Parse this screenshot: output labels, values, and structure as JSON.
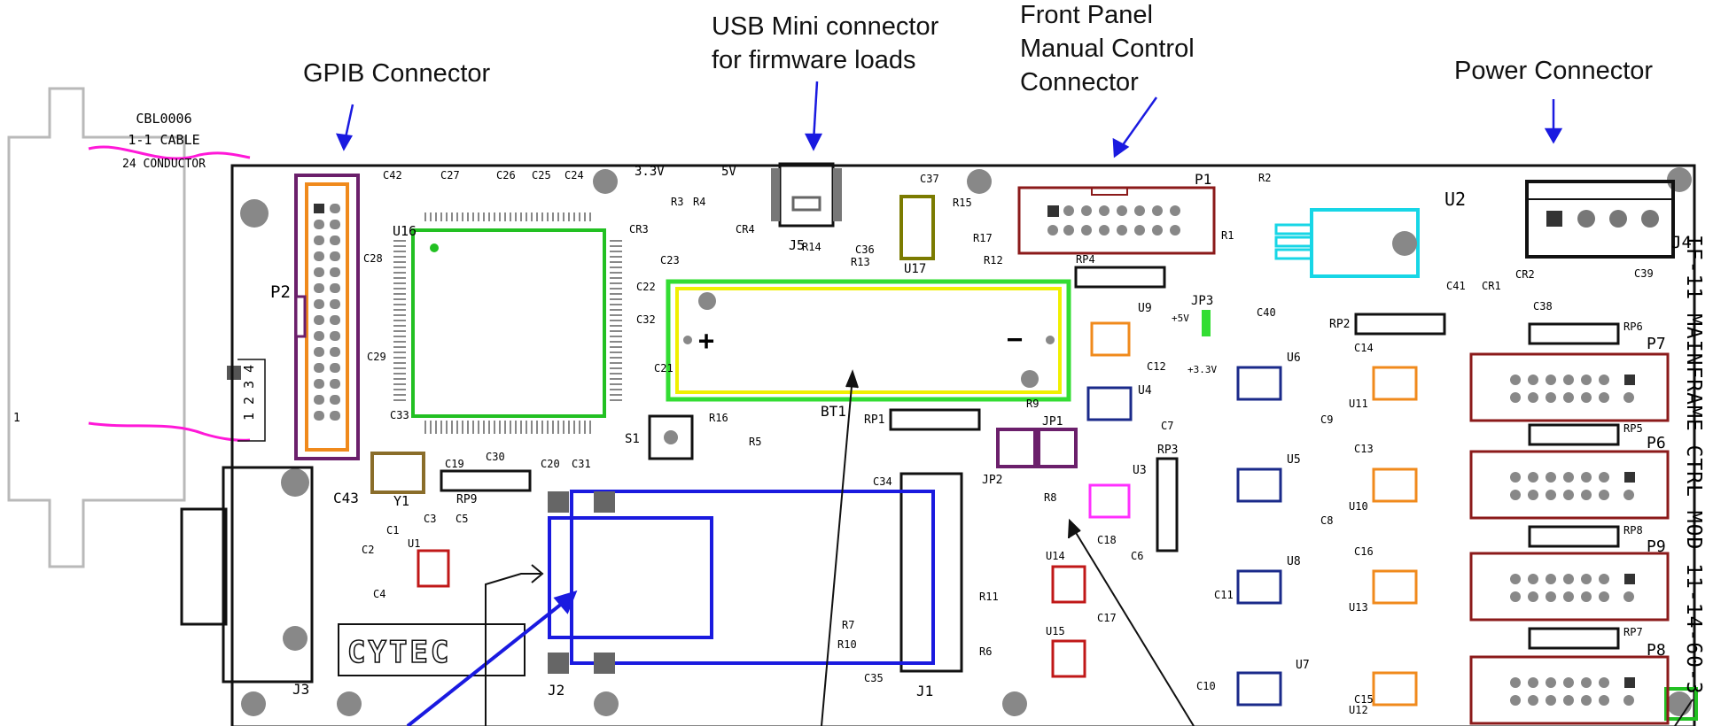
{
  "callouts": {
    "gpib": "GPIB Connector",
    "usb_line1": "USB Mini connector",
    "usb_line2": "for firmware loads",
    "front_line1": "Front Panel",
    "front_line2": "Manual Control",
    "front_line3": "Connector",
    "power": "Power Connector"
  },
  "cable": {
    "line1": "CBL0006",
    "line2": "1-1 CABLE",
    "line3": "24 CONDUCTOR",
    "pin1": "1",
    "pins": "1 2 3 4"
  },
  "board_text": "IF-11 MAINFRAME CTRL MOD 11-14-60-3",
  "logo": "CYTEC",
  "labels": {
    "P2": "P2",
    "U16": "U16",
    "C42": "C42",
    "C27": "C27",
    "C26": "C26",
    "C25": "C25",
    "C24": "C24",
    "v33": "3.3V",
    "v5": "5V",
    "R3": "R3",
    "R4": "R4",
    "CR3": "CR3",
    "CR4": "CR4",
    "J5": "J5",
    "C37": "C37",
    "R15": "R15",
    "R17": "R17",
    "R12": "R12",
    "R14": "R14",
    "R13": "R13",
    "C36": "C36",
    "U17": "U17",
    "P1": "P1",
    "R2": "R2",
    "R1": "R1",
    "C40": "C40",
    "U2": "U2",
    "C41": "C41",
    "CR1": "CR1",
    "J4": "J4",
    "CR2": "CR2",
    "C39": "C39",
    "C38": "C38",
    "RP6": "RP6",
    "P7": "P7",
    "RP5": "RP5",
    "P6": "P6",
    "RP8": "RP8",
    "P9": "P9",
    "RP7": "RP7",
    "P8": "P8",
    "RP4": "RP4",
    "JP3": "JP3",
    "p5v": "+5V",
    "p33v": "+3.3V",
    "RP2": "RP2",
    "C28": "C28",
    "C29": "C29",
    "C23": "C23",
    "C22": "C22",
    "C32": "C32",
    "C21": "C21",
    "C33": "C33",
    "C30": "C30",
    "C20": "C20",
    "C31": "C31",
    "C19": "C19",
    "RP9": "RP9",
    "Y1": "Y1",
    "S1": "S1",
    "R16": "R16",
    "R5": "R5",
    "BT1": "BT1",
    "RP1": "RP1",
    "plus": "+",
    "minus": "−",
    "U9": "U9",
    "C12": "C12",
    "U4": "U4",
    "C7": "C7",
    "R9": "R9",
    "JP1": "JP1",
    "JP2": "JP2",
    "R8": "R8",
    "U3": "U3",
    "RP3": "RP3",
    "U6": "U6",
    "C14": "C14",
    "U11": "U11",
    "C9": "C9",
    "U5": "U5",
    "C13": "C13",
    "U10": "U10",
    "C8": "C8",
    "U8": "U8",
    "C16": "C16",
    "U13": "U13",
    "C11": "C11",
    "U7": "U7",
    "C15": "C15",
    "U12": "U12",
    "C10": "C10",
    "C18": "C18",
    "C6": "C6",
    "C17": "C17",
    "U14": "U14",
    "U15": "U15",
    "C34": "C34",
    "R7": "R7",
    "R10": "R10",
    "C35": "C35",
    "J1": "J1",
    "R11": "R11",
    "R6": "R6",
    "J2": "J2",
    "C43": "C43",
    "C3": "C3",
    "C5": "C5",
    "C1": "C1",
    "C2": "C2",
    "C4": "C4",
    "U1": "U1",
    "J3": "J3"
  },
  "colors": {
    "outline": "#111111",
    "gpib_header": "#6b1f6b",
    "gpib_pins": "#f08a1c",
    "cable": "#ff18d8",
    "cable_body": "#b9b9b9",
    "mcu": "#22c022",
    "battery_outer": "#33dd33",
    "battery_inner": "#f0f000",
    "usb": "#7b7b00",
    "usb_crystal": "#8a6d2a",
    "regulator": "#17d6e6",
    "header_box": "#8b1a1a",
    "ic_blue": "#1a2a8a",
    "ic_orange": "#f08a1c",
    "ic_red": "#c01818",
    "ic_magenta": "#ff30ff",
    "jumper": "#6b1f6b",
    "arrow": "#1a1ae0",
    "pwr_corner": "#22c022"
  }
}
